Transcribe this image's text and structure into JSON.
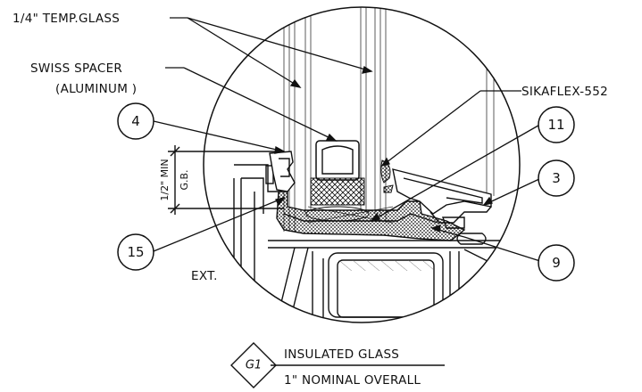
{
  "labels": {
    "glass": "1/4\" TEMP.GLASS",
    "spacer_line1": "SWISS SPACER",
    "spacer_line2": "(ALUMINUM )",
    "sealant": "SIKAFLEX-552",
    "ext": "EXT.",
    "dim_line1": "1/2\" MIN",
    "dim_line2": "G.B."
  },
  "callouts": [
    {
      "id": "callout-4",
      "number": "4"
    },
    {
      "id": "callout-11",
      "number": "11"
    },
    {
      "id": "callout-3",
      "number": "3"
    },
    {
      "id": "callout-15",
      "number": "15"
    },
    {
      "id": "callout-9",
      "number": "9"
    }
  ],
  "title_block": {
    "tag": "G1",
    "title": "INSULATED GLASS",
    "subtitle": "1\" NOMINAL OVERALL"
  }
}
